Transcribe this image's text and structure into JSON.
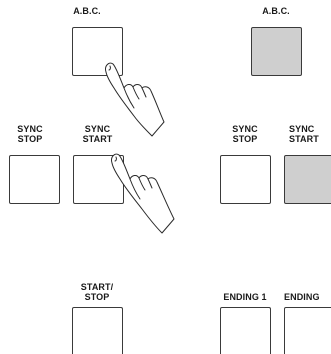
{
  "left_panel": {
    "abc_label": "A.B.C.",
    "sync_stop_label_line1": "SYNC",
    "sync_stop_label_line2": "STOP",
    "sync_start_label_line1": "SYNC",
    "sync_start_label_line2": "START",
    "start_stop_label_line1": "START/",
    "start_stop_label_line2": "STOP"
  },
  "right_panel": {
    "abc_label": "A.B.C.",
    "sync_stop_label_line1": "SYNC",
    "sync_stop_label_line2": "STOP",
    "sync_start_label_line1": "SYNC",
    "sync_start_label_line2": "START",
    "ending1_label": "ENDING 1",
    "ending2_label": "ENDING"
  },
  "colors": {
    "outline": "#3a3a3a",
    "pressed_fill": "#cfcfcf",
    "text": "#1a1a1a"
  },
  "icons": [
    "finger-press-icon"
  ]
}
